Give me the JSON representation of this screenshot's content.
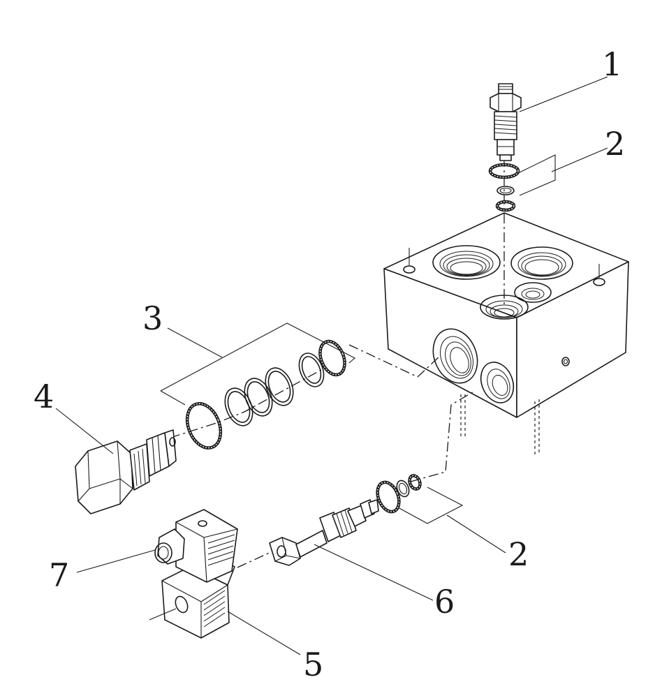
{
  "callouts": [
    {
      "id": "1",
      "label": "1"
    },
    {
      "id": "2a",
      "label": "2"
    },
    {
      "id": "3",
      "label": "3"
    },
    {
      "id": "4",
      "label": "4"
    },
    {
      "id": "2b",
      "label": "2"
    },
    {
      "id": "6",
      "label": "6"
    },
    {
      "id": "7",
      "label": "7"
    },
    {
      "id": "5",
      "label": "5"
    }
  ]
}
